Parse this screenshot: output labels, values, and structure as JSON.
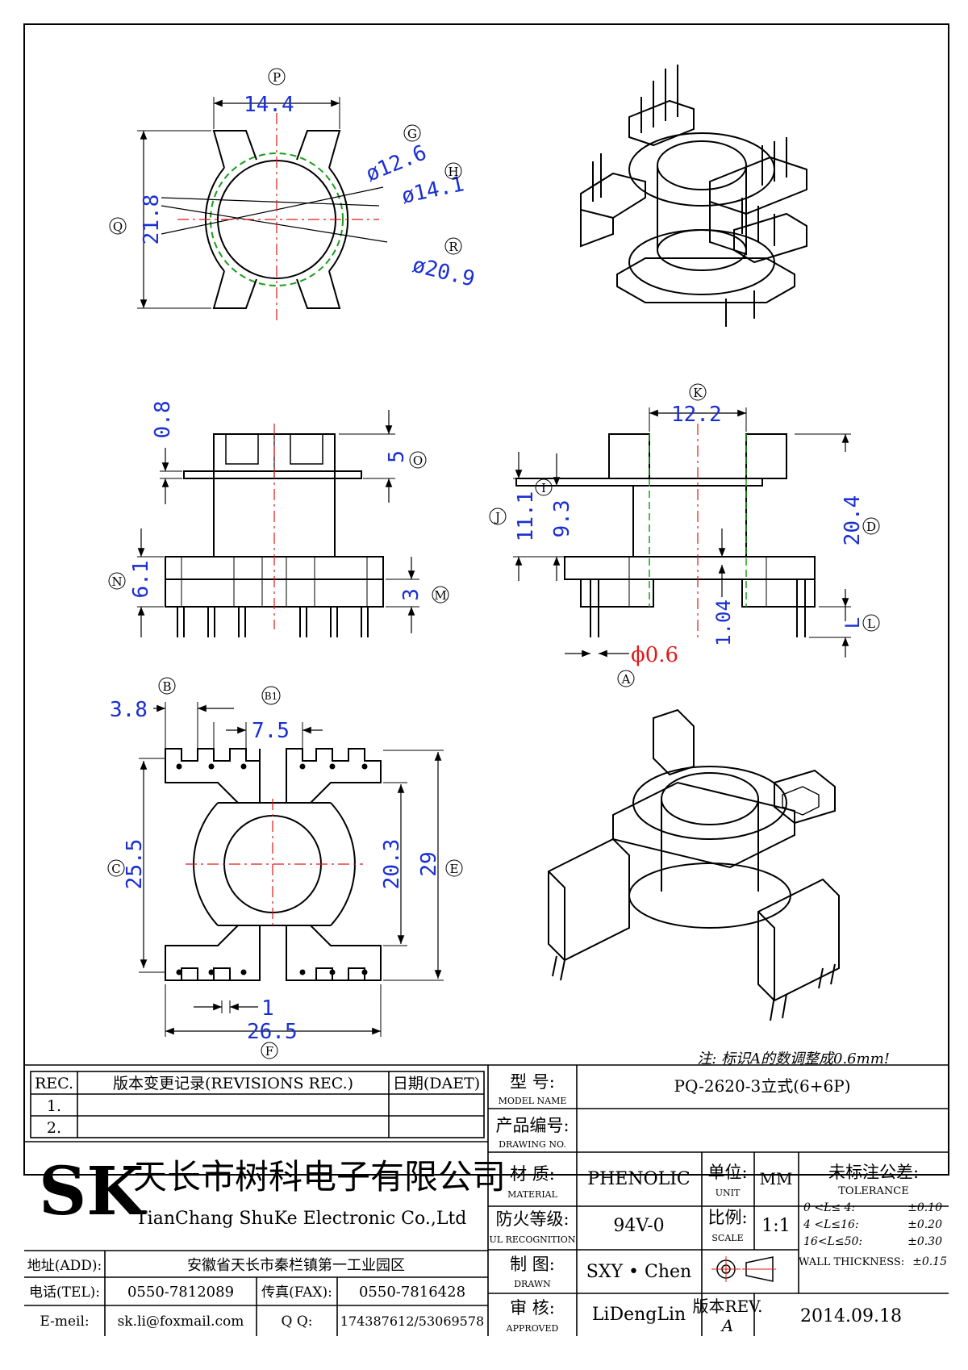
{
  "drawing": {
    "top_view": {
      "letters": [
        "P",
        "Q",
        "G",
        "H",
        "R"
      ],
      "dims": {
        "width": "14.4",
        "height": "21.8",
        "d1": "ø12.6",
        "d2": "ø14.1",
        "d3": "ø20.9"
      }
    },
    "side_view": {
      "letters": [
        "O",
        "N",
        "M"
      ],
      "dims": {
        "top": "0.8",
        "flange": "5",
        "height": "6.1",
        "pin": "3"
      }
    },
    "section_view": {
      "letters": [
        "K",
        "I",
        "J",
        "D",
        "L",
        "A"
      ],
      "dims": {
        "inner": "12.2",
        "h1": "11.1",
        "h2": "9.3",
        "total": "20.4",
        "l": "L",
        "t": "1.04",
        "pin_dia": "ϕ0.6"
      }
    },
    "bottom_view": {
      "letters": [
        "B",
        "B1",
        "C",
        "E",
        "F"
      ],
      "dims": {
        "pitch": "3.8",
        "gap": "7.5",
        "h1": "25.5",
        "h2": "20.3",
        "h3": "29",
        "w": "26.5",
        "slot": "1"
      }
    },
    "note": "注: 标识A的数调整成0.6mm!"
  },
  "title_block": {
    "revisions": {
      "header_rec": "REC.",
      "header_desc": "版本变更记录(REVISIONS REC.)",
      "header_date": "日期(DAET)",
      "rows": [
        "1.",
        "2."
      ]
    },
    "company": {
      "logo": "SK",
      "name_cn": "天长市树科电子有限公司",
      "name_en": "TianChang ShuKe Electronic Co.,Ltd"
    },
    "contact": {
      "addr_label": "地址(ADD):",
      "addr": "安徽省天长市秦栏镇第一工业园区",
      "tel_label": "电话(TEL):",
      "tel": "0550-7812089",
      "fax_label": "传真(FAX):",
      "fax": "0550-7816428",
      "email_label": "E-meil:",
      "email": "sk.li@foxmail.com",
      "qq_label": "Q Q:",
      "qq": "174387612/53069578"
    },
    "model": {
      "label_cn": "型 号:",
      "label_en": "MODEL NAME",
      "value": "PQ-2620-3立式(6+6P)"
    },
    "drawing_no": {
      "label_cn": "产品编号:",
      "label_en": "DRAWING NO.",
      "value": ""
    },
    "material": {
      "label_cn": "材 质:",
      "label_en": "MATERIAL",
      "value": "PHENOLIC"
    },
    "unit": {
      "label_cn": "单位:",
      "label_en": "UNIT",
      "value": "MM"
    },
    "ul": {
      "label_cn": "防火等级:",
      "label_en": "UL RECOGNITION",
      "value": "94V-0"
    },
    "scale": {
      "label_cn": "比例:",
      "label_en": "SCALE",
      "value": "1:1"
    },
    "drawn": {
      "label_cn": "制 图:",
      "label_en": "DRAWN",
      "value": "SXY • Chen"
    },
    "approved": {
      "label_cn": "审 核:",
      "label_en": "APPROVED",
      "value": "LiDengLin"
    },
    "rev": {
      "label": "版本REV.",
      "value": "A"
    },
    "date": "2014.09.18",
    "tolerance": {
      "title_cn": "未标注公差:",
      "title_en": "TOLERANCE",
      "rows": [
        {
          "range": "0 <L≤ 4:",
          "value": "±0.10"
        },
        {
          "range": "4 <L≤16:",
          "value": "±0.20"
        },
        {
          "range": "16<L≤50:",
          "value": "±0.30"
        },
        {
          "range": "WALL THICKNESS:",
          "value": "±0.15"
        }
      ]
    }
  }
}
